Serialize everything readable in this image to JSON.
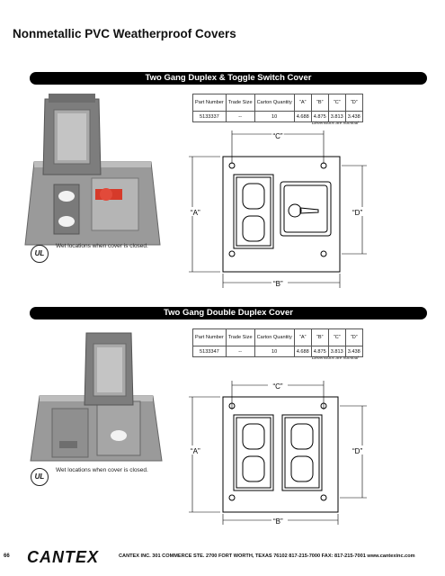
{
  "page_title": "Nonmetallic PVC Weatherproof Covers",
  "sections": [
    {
      "banner": "Two Gang Duplex & Toggle Switch Cover",
      "table": {
        "headers": [
          "Part Number",
          "Trade Size",
          "Carton Quantity",
          "“A”",
          "“B”",
          "“C”",
          "“D”"
        ],
        "row": [
          "5133337",
          "--",
          "10",
          "4.688",
          "4.875",
          "3.813",
          "3.438"
        ]
      },
      "dim_note": "Dimensions are nominal",
      "labels": {
        "a": "“A”",
        "b": "“B”",
        "c": "“C”",
        "d": "“D”"
      },
      "note": "Wet locations when cover is closed."
    },
    {
      "banner": "Two Gang Double Duplex Cover",
      "table": {
        "headers": [
          "Part Number",
          "Trade Size",
          "Carton Quantity",
          "“A”",
          "“B”",
          "“C”",
          "“D”"
        ],
        "row": [
          "5133347",
          "--",
          "10",
          "4.688",
          "4.875",
          "3.813",
          "3.438"
        ]
      },
      "dim_note": "Dimensions are nominal",
      "labels": {
        "a": "“A”",
        "b": "“B”",
        "c": "“C”",
        "d": "“D”"
      },
      "note": "Wet locations when cover is closed."
    }
  ],
  "ul_mark": "UL",
  "footer": {
    "page_number": "66",
    "brand": "CANTEX",
    "contact": "CANTEX INC.  301 COMMERCE  STE. 2700 FORT WORTH, TEXAS  76102  817-215-7000  FAX:  817-215-7001   www.cantexinc.com"
  },
  "colors": {
    "banner": "#000000",
    "cover_gray": "#8c8c8c",
    "switch_red": "#d63a2a"
  }
}
